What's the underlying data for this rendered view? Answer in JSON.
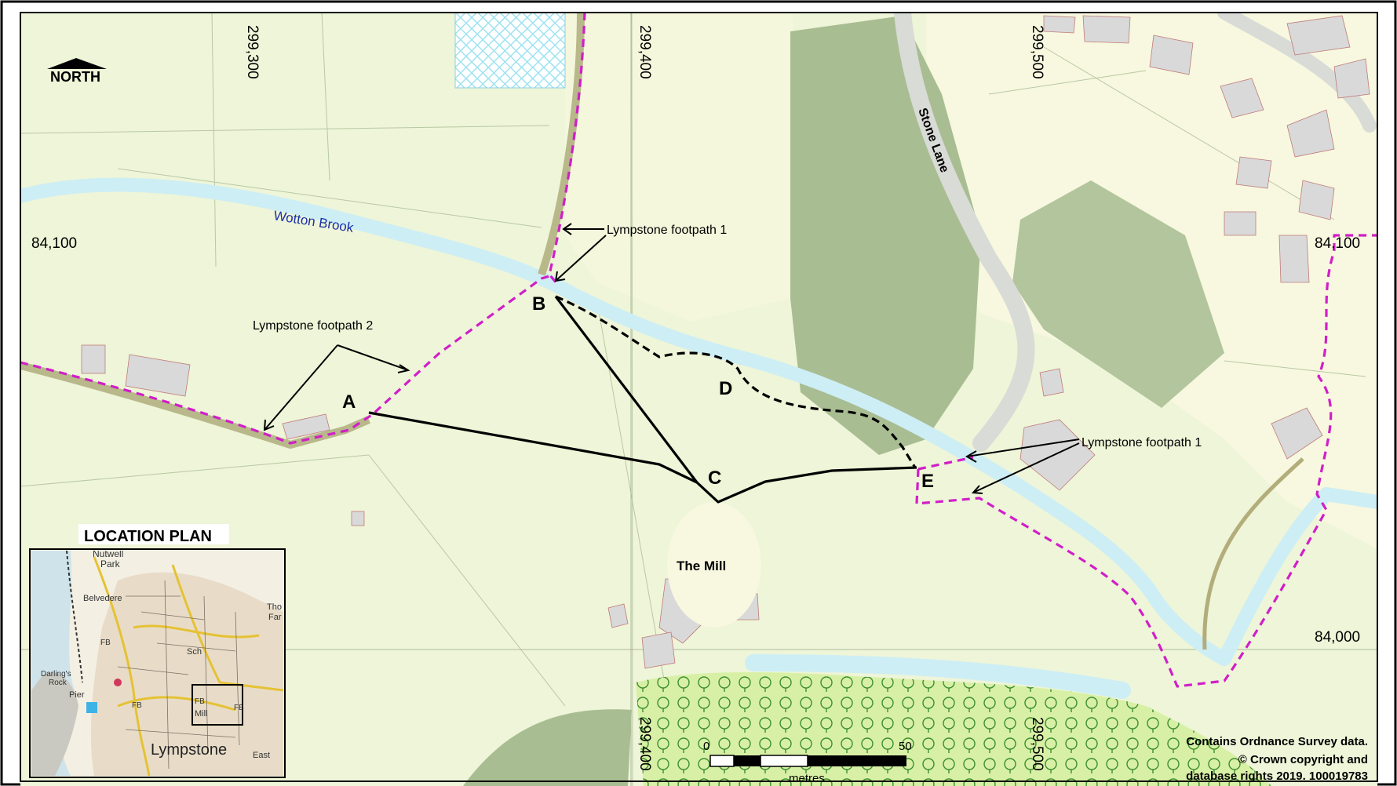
{
  "north_label": "NORTH",
  "grid": {
    "e_299300": "299,300",
    "e_299400": "299,400",
    "e_299500": "299,500",
    "n_84100": "84,100",
    "n_84000": "84,000"
  },
  "features": {
    "brook": "Wotton Brook",
    "road": "Stone Lane",
    "mill": "The Mill"
  },
  "points": {
    "a": "A",
    "b": "B",
    "c": "C",
    "d": "D",
    "e": "E"
  },
  "annotations": {
    "fp1_top": "Lympstone footpath 1",
    "fp2": "Lympstone footpath 2",
    "fp1_right": "Lympstone footpath 1"
  },
  "location_plan": {
    "title": "LOCATION PLAN",
    "nutwell": "Nutwell",
    "park": "Park",
    "belvedere": "Belvedere",
    "fb1": "FB",
    "fb2": "FB",
    "fb3": "FB",
    "fb4": "FB",
    "sch": "Sch",
    "darling1": "Darling's",
    "darling2": "Rock",
    "pier": "Pier",
    "mill": "Mill",
    "lympstone": "Lympstone",
    "east": "East",
    "tho": "Tho",
    "far": "Far"
  },
  "scale": {
    "zero": "0",
    "fifty": "50",
    "unit": "metres"
  },
  "copyright": {
    "line1": "Contains Ordnance Survey data.",
    "line2": "© Crown copyright and",
    "line3": "database rights 2019. 100019783"
  },
  "colors": {
    "field": "#eef5d8",
    "water": "#cdeef5",
    "footpath_dashed": "#d11ec8",
    "woodland_dark": "#a9bd92",
    "woodland_light": "#d8f0a6",
    "building": "#d9d9d9"
  }
}
